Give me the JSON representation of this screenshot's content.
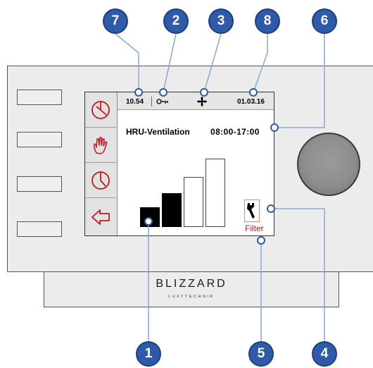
{
  "status_bar": {
    "clock": "10.54",
    "date": "01.03.16",
    "key_icon": "key-icon",
    "fan_icon": "fan-icon"
  },
  "main": {
    "title": "HRU-Ventilation",
    "time_range": "08:00-17:00",
    "fan_level": 2,
    "fan_levels_total": 4,
    "filter_label": "Filter",
    "filter_icon": "wrench-icon"
  },
  "sidebar": {
    "items": [
      {
        "icon": "auto-mode-icon"
      },
      {
        "icon": "manual-hand-icon"
      },
      {
        "icon": "timer-icon"
      },
      {
        "icon": "back-arrow-icon"
      }
    ]
  },
  "brand": {
    "name": "BLIZZARD",
    "subtitle": "LUFTTECHNIK"
  },
  "callouts": [
    "1",
    "2",
    "3",
    "4",
    "5",
    "6",
    "7",
    "8"
  ],
  "colors": {
    "accent_red": "#c4161c",
    "badge_blue": "#2e5aa8"
  }
}
